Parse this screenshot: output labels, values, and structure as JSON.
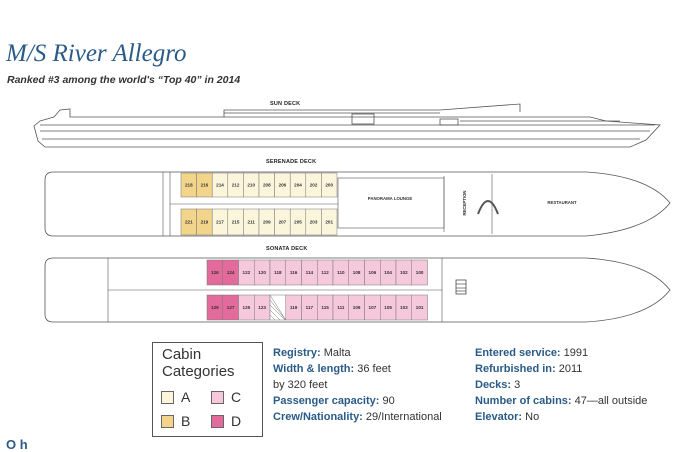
{
  "header": {
    "title": "M/S River Allegro",
    "subtitle": "Ranked #3 among the world's “Top 40” in 2014"
  },
  "decks": {
    "sun": {
      "label": "SUN DECK"
    },
    "serenade": {
      "label": "SERENADE DECK",
      "top_row": [
        "218",
        "216",
        "214",
        "212",
        "210",
        "208",
        "206",
        "204",
        "202",
        "200"
      ],
      "bottom_row": [
        "221",
        "219",
        "217",
        "215",
        "211",
        "209",
        "207",
        "205",
        "203",
        "201"
      ],
      "top_categories": [
        "B",
        "B",
        "A",
        "A",
        "A",
        "A",
        "A",
        "A",
        "A",
        "A"
      ],
      "bottom_categories": [
        "B",
        "B",
        "A",
        "A",
        "A",
        "A",
        "A",
        "A",
        "A",
        "A"
      ],
      "lounge": "PANORAMA LOUNGE",
      "reception": "RECEPTION",
      "restaurant": "RESTAURANT"
    },
    "sonata": {
      "label": "SONATA DECK",
      "top_row": [
        "126",
        "124",
        "122",
        "120",
        "118",
        "116",
        "114",
        "112",
        "110",
        "108",
        "106",
        "104",
        "102",
        "100"
      ],
      "bottom_row": [
        "129",
        "127",
        "125",
        "123",
        "",
        "119",
        "117",
        "115",
        "111",
        "109",
        "107",
        "105",
        "103",
        "101"
      ],
      "top_categories": [
        "D",
        "D",
        "C",
        "C",
        "C",
        "C",
        "C",
        "C",
        "C",
        "C",
        "C",
        "C",
        "C",
        "C"
      ],
      "bottom_categories": [
        "D",
        "D",
        "C",
        "C",
        "X",
        "C",
        "C",
        "C",
        "C",
        "C",
        "C",
        "C",
        "C",
        "C"
      ]
    }
  },
  "legend": {
    "title": "Cabin Categories",
    "items": [
      {
        "letter": "A",
        "color": "#fbf5dc"
      },
      {
        "letter": "C",
        "color": "#f6c8dc"
      },
      {
        "letter": "B",
        "color": "#f2d48a"
      },
      {
        "letter": "D",
        "color": "#e36a9c"
      }
    ]
  },
  "facts_left": [
    {
      "label": "Registry:",
      "value": " Malta"
    },
    {
      "label": "Width & length:",
      "value": " 36 feet"
    },
    {
      "label": "",
      "value": "by 320 feet"
    },
    {
      "label": "Passenger capacity:",
      "value": " 90"
    },
    {
      "label": "Crew/Nationality:",
      "value": " 29/International"
    }
  ],
  "facts_right": [
    {
      "label": "Entered service:",
      "value": " 1991"
    },
    {
      "label": "Refurbished in:",
      "value": " 2011"
    },
    {
      "label": "Decks:",
      "value": " 3"
    },
    {
      "label": "Number of cabins:",
      "value": " 47—all outside"
    },
    {
      "label": "Elevator:",
      "value": " No"
    }
  ],
  "footer_partial": "O h"
}
